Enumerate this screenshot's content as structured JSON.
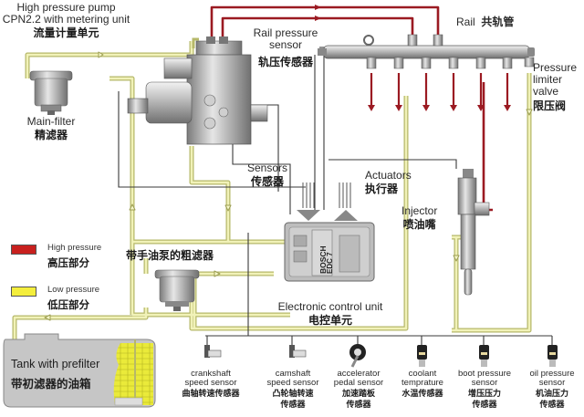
{
  "title": "Bosch common-rail diesel fuel system (CPN2.2 / EDC7)",
  "components": {
    "pump": {
      "en1": "High pressure  pump",
      "en2": "CPN2.2 with metering unit",
      "zh": "流量计量单元"
    },
    "main_filter": {
      "en": "Main-filter",
      "zh": "精滤器"
    },
    "rail_sensor": {
      "en1": "Rail pressure",
      "en2": "sensor",
      "zh": "轨压传感器"
    },
    "rail": {
      "en": "Rail",
      "zh": "共轨管"
    },
    "limiter": {
      "en1": "Pressure",
      "en2": "limiter",
      "en3": "valve",
      "zh": "限压阀"
    },
    "sensors": {
      "en": "Sensors",
      "zh": "传感器"
    },
    "actuators": {
      "en": "Actuators",
      "zh": "执行器"
    },
    "injector": {
      "en": "Injector",
      "zh": "喷油嘴"
    },
    "prefilter": {
      "zh": "带手油泵的粗滤器"
    },
    "ecu": {
      "en": "Electronic control unit",
      "zh": "电控单元",
      "badge1": "BOSCH",
      "badge2": "EDC 7"
    },
    "tank": {
      "en": "Tank with prefilter",
      "zh": "带初滤器的油箱"
    }
  },
  "legend": [
    {
      "en": "High pressure",
      "zh": "高压部分",
      "color": "#c8201e"
    },
    {
      "en": "Low pressure",
      "zh": "低压部分",
      "color": "#f4ee3c"
    }
  ],
  "sensor_list": [
    {
      "en1": "crankshaft",
      "en2": "speed sensor",
      "zh1": "曲轴转速传感器",
      "zh2": ""
    },
    {
      "en1": "camshaft",
      "en2": "speed sensor",
      "zh1": "凸轮轴转速",
      "zh2": "传感器"
    },
    {
      "en1": "accelerator",
      "en2": "pedal sensor",
      "zh1": "加速踏板",
      "zh2": "传感器"
    },
    {
      "en1": "coolant",
      "en2": "temprature",
      "zh1": "水温传感器",
      "zh2": ""
    },
    {
      "en1": "boot pressure",
      "en2": "sensor",
      "zh1": "增压压力",
      "zh2": "传感器"
    },
    {
      "en1": "oil pressure",
      "en2": "sensor",
      "zh1": "机油压力",
      "zh2": "传感器"
    }
  ],
  "colors": {
    "high": "#9b1a22",
    "low_fill": "#eef0a8",
    "low_edge": "#b9bc6a",
    "wire": "#333333"
  }
}
